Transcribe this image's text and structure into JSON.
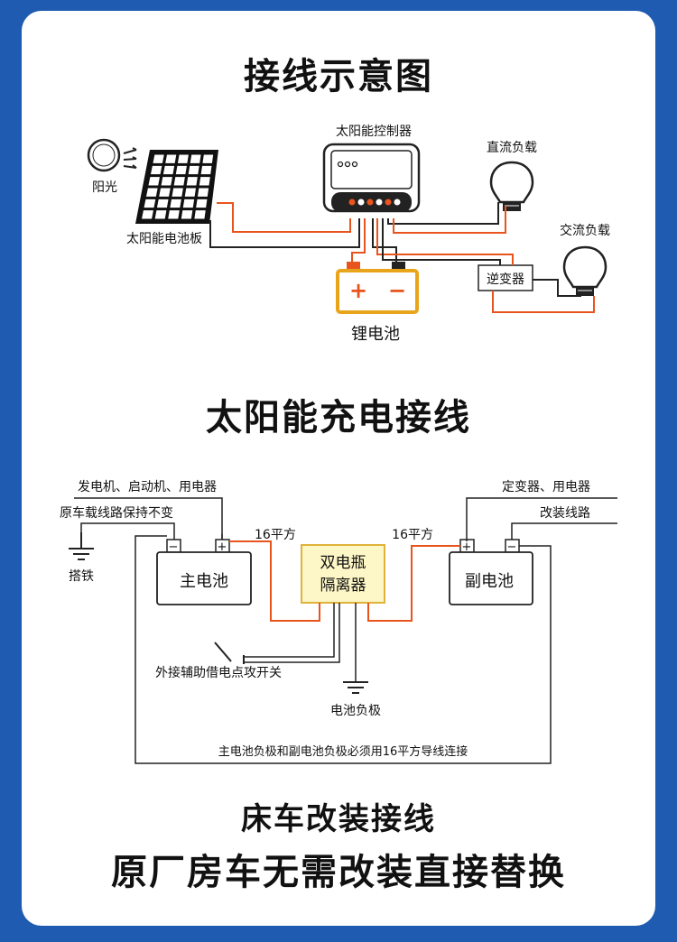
{
  "headings": {
    "wiring_diagram": "接线示意图",
    "solar_charging": "太阳能充电接线",
    "rv_modification": "床车改装接线",
    "tagline": "原厂房车无需改装直接替换"
  },
  "solar": {
    "sunlight": "阳光",
    "panel": "太阳能电池板",
    "controller": "太阳能控制器",
    "dc_load": "直流负载",
    "ac_load": "交流负载",
    "inverter": "逆变器",
    "battery": "锂电池",
    "plus": "+",
    "minus": "−"
  },
  "dual": {
    "alternator": "发电机、启动机、用电器",
    "keep_wiring": "原车载线路保持不变",
    "ground": "搭铁",
    "main_battery": "主电池",
    "aux_battery": "副电池",
    "isolator_line1": "双电瓶",
    "isolator_line2": "隔离器",
    "wire_left": "16平方",
    "wire_right": "16平方",
    "inverter_loads": "定变器、用电器",
    "modified_wiring": "改装线路",
    "jump_switch": "外接辅助借电点攻开关",
    "battery_negative": "电池负极",
    "note": "主电池负极和副电池负极必须用16平方导线连接",
    "plus": "+",
    "minus": "−"
  },
  "colors": {
    "background": "#1f5bb0",
    "wire_red": "#e8541e",
    "wire_black": "#222222",
    "isolator_fill": "#fdf6c6",
    "isolator_border": "#e0b23a",
    "battery_border": "#e8a51c"
  }
}
